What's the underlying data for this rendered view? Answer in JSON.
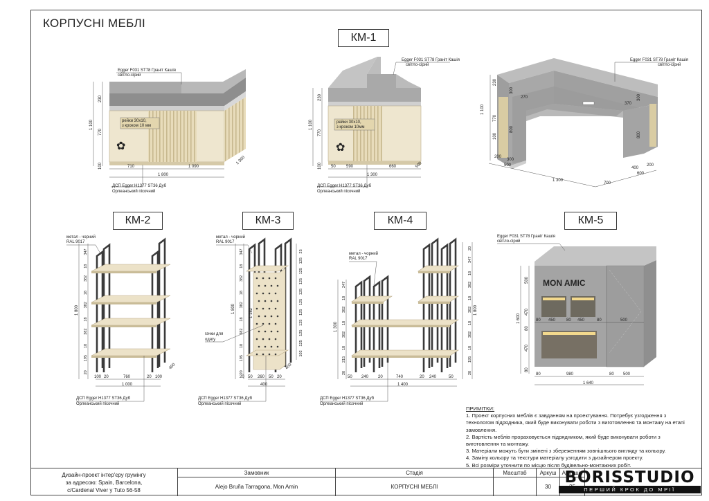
{
  "page_title": "КОРПУСНІ МЕБЛІ",
  "modules": {
    "km1": "КМ-1",
    "km2": "КМ-2",
    "km3": "КМ-3",
    "km4": "КМ-4",
    "km5": "КМ-5"
  },
  "materials": {
    "top_granite": "Egger F031 ST78 Граніт Кашія",
    "top_granite_sub": "світло-сірий",
    "chipboard": "ДСП Egger H1377 ST36 Дуб",
    "chipboard_sub": "Орлеанський пісочний",
    "metal": "метал - чорний",
    "metal_sub": "RAL 9017",
    "slats": "рейки 30х10,",
    "slats_step_1": "з кроком 10 мм",
    "slats_step_2": "з кроком 10мм",
    "hooks": "гачки для",
    "hooks_sub": "одягу"
  },
  "dims": {
    "km1_a": {
      "h_top": "230",
      "h_body": "770",
      "h_base": "100",
      "h_total": "1 100",
      "w_front": "710",
      "w_side": "1 090",
      "w_total": "1 800",
      "depth": "1 300"
    },
    "km1_b": {
      "h_top": "230",
      "h_body": "770",
      "h_base": "100",
      "h_total": "1 100",
      "w_a": "50",
      "w_b": "590",
      "w_c": "660",
      "w_total": "1 300",
      "depth": "500"
    },
    "km1_c": {
      "d1": "230",
      "d2": "300",
      "d3": "270",
      "d4": "370",
      "d5": "300",
      "h_total": "1 100",
      "h_body": "770",
      "h_base": "100",
      "s1": "800",
      "s2": "800",
      "b1": "200",
      "b2": "300",
      "b3": "500",
      "w_total": "1 300",
      "b4": "400",
      "b5": "200",
      "b6": "600",
      "depth": "700"
    },
    "km2": {
      "shelves": [
        "347",
        "18",
        "382",
        "18",
        "382",
        "18",
        "382",
        "18",
        "195",
        "20"
      ],
      "h_total": "1 800",
      "w_a": "100",
      "w_b": "20",
      "w_c": "760",
      "w_d": "20",
      "w_e": "100",
      "w_total": "1 000",
      "depth": "400"
    },
    "km3": {
      "shelves": [
        "347",
        "18",
        "382",
        "18",
        "382",
        "18",
        "382",
        "18",
        "195",
        "20"
      ],
      "h_total": "1 800",
      "h_panel": "1 182",
      "w_a": "20",
      "w_b": "50",
      "w_c": "260",
      "w_d": "50",
      "w_e": "20",
      "w_total": "400",
      "depth": "400",
      "pitch": [
        "25",
        "125",
        "125",
        "125",
        "125",
        "125",
        "125",
        "125",
        "125",
        "125",
        "102"
      ]
    },
    "km4": {
      "left": [
        "247",
        "18",
        "382",
        "18",
        "382",
        "18",
        "215",
        "20"
      ],
      "h_left": "1 300",
      "right": [
        "20",
        "347",
        "18",
        "382",
        "18",
        "382",
        "18",
        "382",
        "18",
        "195",
        "20"
      ],
      "h_right": "1 800",
      "w_a": "50",
      "w_b": "240",
      "w_c": "20",
      "w_d": "740",
      "w_e": "20",
      "w_f": "240",
      "w_g": "50",
      "w_total": "1 400"
    },
    "km5": {
      "h_top": "500",
      "h_mid": "470",
      "h_gap": "80",
      "h_low": "470",
      "h_base": "80",
      "h_total": "1 600",
      "w_a": "80",
      "w_b": "450",
      "w_c": "80",
      "w_d": "450",
      "w_e": "80",
      "w_f": "500",
      "w_g": "80",
      "w_h": "980",
      "w_i": "80",
      "w_j": "500",
      "w_total": "1 640"
    }
  },
  "km5_sign": "MON AMIC",
  "notes": {
    "heading": "ПРИМІТКИ:",
    "items": [
      "1. Проект корпусних меблів є завданням на проектування. Потребує узгодження з технологом підрядника, який буде виконувати роботи з виготовлення та монтажу на етапі замовлення.",
      "2. Вартість меблів прораховується підрядником, який буде виконувати роботи з виготовлення та монтажу.",
      "3. Матеріали можуть бути змінені з збереженням зовнішнього вигляду та кольору.",
      "4. Заміну кольору та текстури матеріалу узгодити з дизайнером проекту.",
      "5. Всі розміри уточнити по місцю після будівельно-монтажних робіт."
    ]
  },
  "title_block": {
    "project_line1": "Дизайн-проект інтер'єру грумінгу",
    "project_line2": "за адресою: Spain, Barcelona,",
    "project_line3": "c/Cardenal Viver y Tuto 56-58",
    "client_label": "Замовник",
    "client_value": "Alejo Bruña Tarragona, Mon Amin",
    "stage_label": "Стадія",
    "stage_value": "КОРПУСНІ МЕБЛІ",
    "scale_label": "Масштаб",
    "scale_value": "",
    "sheet_label": "Аркуш",
    "sheet_value": "30",
    "sheets_label": "Аркушів",
    "sheets_value": "35",
    "studio": "BORISSTUDIO",
    "slogan": "ПЕРШИЙ КРОК ДО МРІЇ"
  },
  "colors": {
    "granite": "#9c9c9c",
    "granite_dark": "#7d7d7d",
    "oak": "#eee6cf",
    "oak_dark": "#b9ab8a",
    "metal": "#3a3a3a",
    "shelf": "#ece2c8",
    "box_grey": "#a4a4a4"
  }
}
